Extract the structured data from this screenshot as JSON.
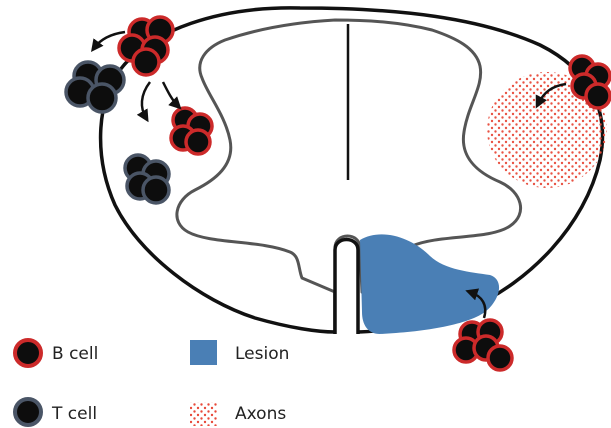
{
  "colors": {
    "b_cell_border": "#cc2a2a",
    "t_cell_border": "#4a5566",
    "cell_fill": "#0d0d0d",
    "lesion": "#4a7fb5",
    "axons": "#e84a3a",
    "cord_outline": "#111111",
    "gray_matter_outline": "#555555"
  },
  "legend": {
    "b_cell": {
      "label": "B cell",
      "icon": "b-cell-icon"
    },
    "t_cell": {
      "label": "T cell",
      "icon": "t-cell-icon"
    },
    "lesion": {
      "label": "Lesion",
      "icon": "lesion-swatch"
    },
    "axons": {
      "label": "Axons",
      "icon": "axons-swatch"
    }
  }
}
